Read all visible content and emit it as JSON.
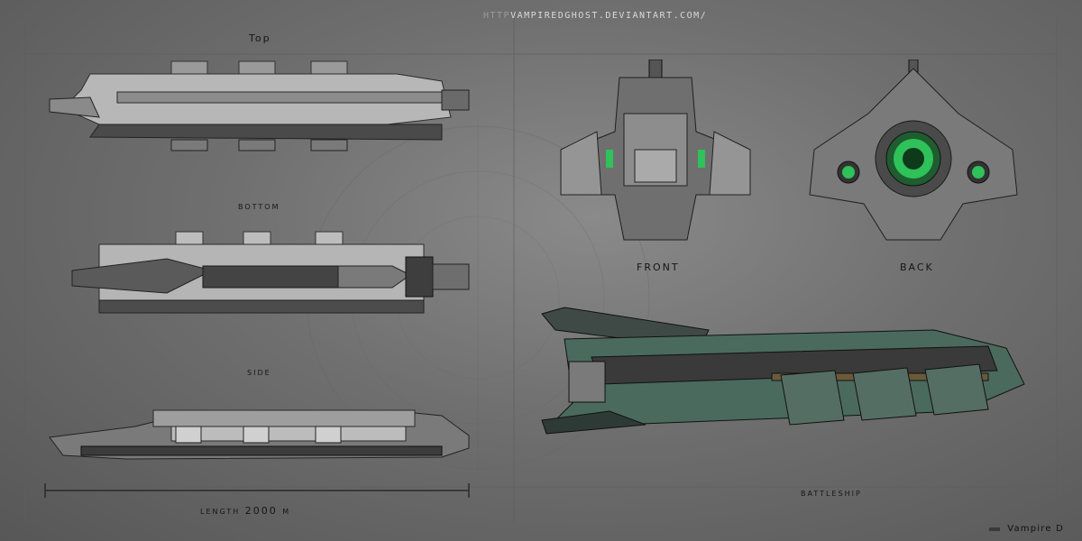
{
  "header": {
    "url_prefix": "HTTP",
    "url_main": "VAMPIREDGHOST.DEVIANTART.COM/"
  },
  "views": {
    "top": "Top",
    "bottom": "bottom",
    "side": "side",
    "front": "FRONT",
    "back": "BACK",
    "perspective": "Battleship"
  },
  "measure": {
    "length_label": "length 2000 m"
  },
  "signature": "Vampire D",
  "colors": {
    "accent_green": "#2fc15a",
    "hull_light": "#b9b9b9",
    "hull_dark": "#3a3a3a",
    "hull_green": "#4a6a5e"
  }
}
